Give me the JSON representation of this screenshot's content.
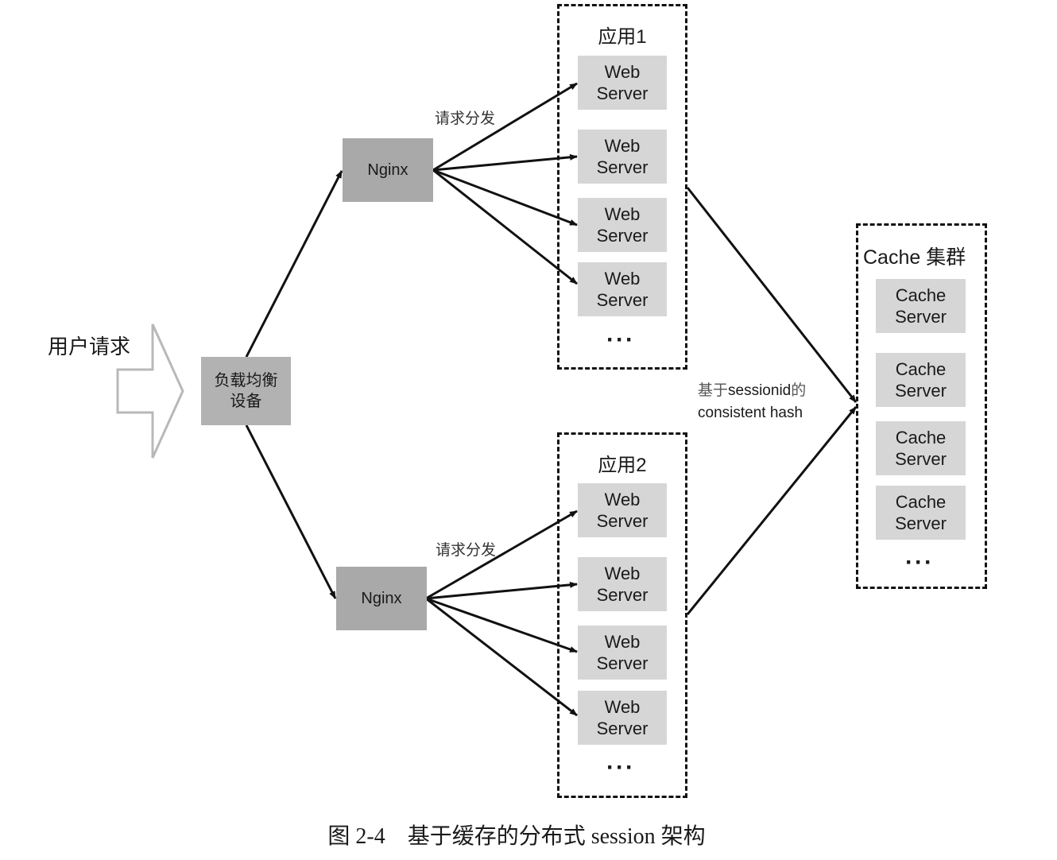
{
  "user_request": {
    "label": "用户请求",
    "icon": "hollow-right-arrow-icon"
  },
  "load_balancer": {
    "label_line1": "负载均衡",
    "label_line2": "设备"
  },
  "nginx_top": {
    "label": "Nginx",
    "dispatch_label": "请求分发"
  },
  "nginx_bottom": {
    "label": "Nginx",
    "dispatch_label": "请求分发"
  },
  "app1": {
    "title": "应用1",
    "servers": [
      {
        "line1": "Web",
        "line2": "Server"
      },
      {
        "line1": "Web",
        "line2": "Server"
      },
      {
        "line1": "Web",
        "line2": "Server"
      },
      {
        "line1": "Web",
        "line2": "Server"
      }
    ],
    "more": "···"
  },
  "app2": {
    "title": "应用2",
    "servers": [
      {
        "line1": "Web",
        "line2": "Server"
      },
      {
        "line1": "Web",
        "line2": "Server"
      },
      {
        "line1": "Web",
        "line2": "Server"
      },
      {
        "line1": "Web",
        "line2": "Server"
      }
    ],
    "more": "···"
  },
  "hash_label": {
    "line1_cn": "基于",
    "line1_en": "sessionid",
    "line1_cn2": "的",
    "line2": "consistent hash"
  },
  "cache_cluster": {
    "title": "Cache 集群",
    "servers": [
      {
        "line1": "Cache",
        "line2": "Server"
      },
      {
        "line1": "Cache",
        "line2": "Server"
      },
      {
        "line1": "Cache",
        "line2": "Server"
      },
      {
        "line1": "Cache",
        "line2": "Server"
      }
    ],
    "more": "···"
  },
  "caption": "图 2-4　基于缓存的分布式 session 架构",
  "colors": {
    "node_dark": "#a9a9a9",
    "node_light": "#d6d6d6",
    "line": "#111111",
    "arrow_outline": "#b8b8b8"
  }
}
